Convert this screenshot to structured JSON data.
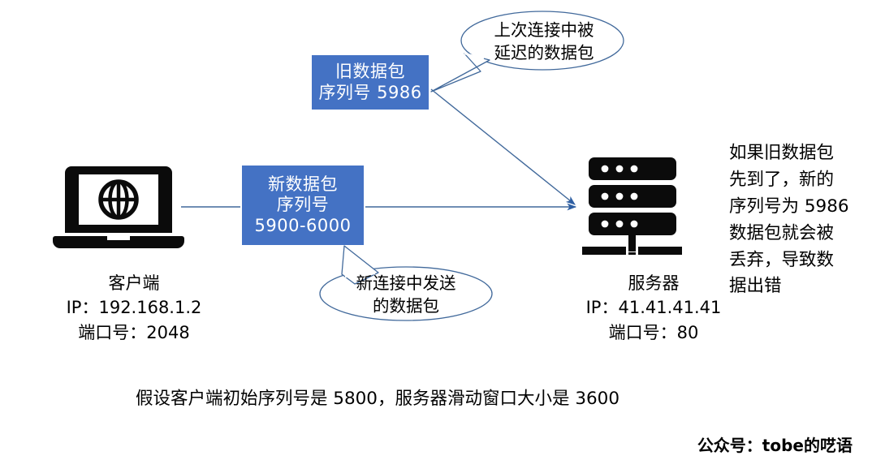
{
  "diagram": {
    "title_absent": true,
    "colors": {
      "packet_box_fill": "#4472C4",
      "packet_box_text": "#FFFFFF",
      "arrow_stroke": "#41699B",
      "bubble_stroke": "#41699B",
      "icon_fill": "#0B0B0B",
      "background": "#FFFFFF"
    },
    "old_packet_box": {
      "line1": "旧数据包",
      "line2": "序列号 5986"
    },
    "new_packet_box": {
      "line1": "新数据包",
      "line2": "序列号",
      "line3": "5900-6000"
    },
    "client": {
      "icon": "laptop-globe-icon",
      "name": "客户端",
      "ip": "IP：192.168.1.2",
      "port": "端口号：2048"
    },
    "server": {
      "icon": "server-rack-icon",
      "name": "服务器",
      "ip": "IP：41.41.41.41",
      "port": "端口号：80"
    },
    "upper_bubble": {
      "line1": "上次连接中被",
      "line2": "延迟的数据包"
    },
    "lower_bubble": {
      "line1": "新连接中发送",
      "line2": "的数据包"
    },
    "right_note": {
      "line1": "如果旧数据包",
      "line2": "先到了，新的",
      "line3": "序列号为 5986",
      "line4": "数据包就会被",
      "line5": "丢弃，导致数",
      "line6": "据出错"
    },
    "bottom_caption": "假设客户端初始序列号是 5800，服务器滑动窗口大小是 3600",
    "footer_signature": "公众号：tobe的呓语"
  }
}
